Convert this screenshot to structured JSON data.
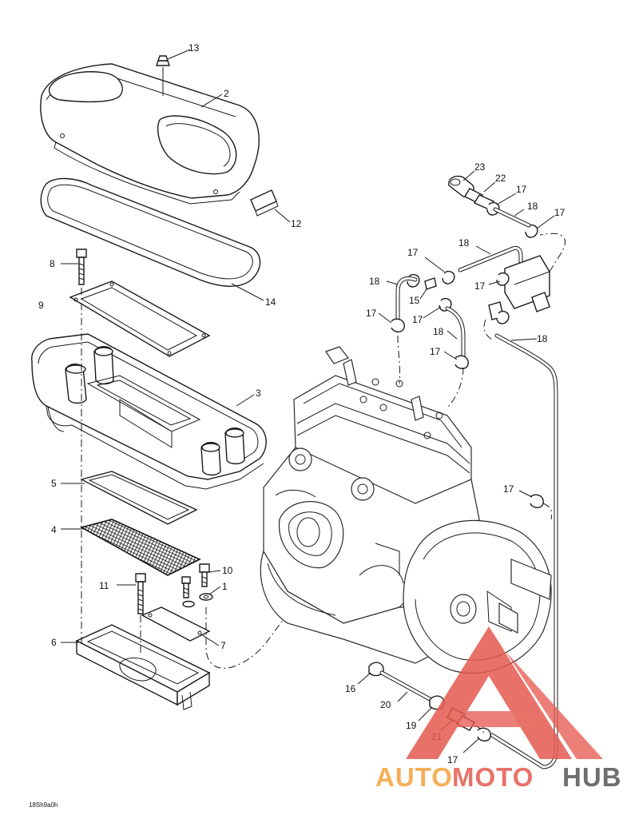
{
  "callouts": {
    "c1": "1",
    "c2": "2",
    "c3": "3",
    "c4": "4",
    "c5": "5",
    "c6": "6",
    "c7": "7",
    "c8": "8",
    "c9": "9",
    "c10": "10",
    "c11": "11",
    "c12": "12",
    "c13": "13",
    "c14": "14",
    "c15": "15",
    "c16": "16",
    "c17": "17",
    "c18": "18",
    "c19": "19",
    "c20": "20",
    "c21": "21",
    "c22": "22",
    "c23": "23"
  },
  "drawing_code": "18Sh9a0h",
  "watermark": {
    "auto": "AUTO",
    "moto": "MOTO",
    "hub": "HUB",
    "color_red": "#e55a4f",
    "color_orange": "#f4a23c",
    "color_gray": "#555555",
    "logo_icon": "triangle-a-logo"
  }
}
